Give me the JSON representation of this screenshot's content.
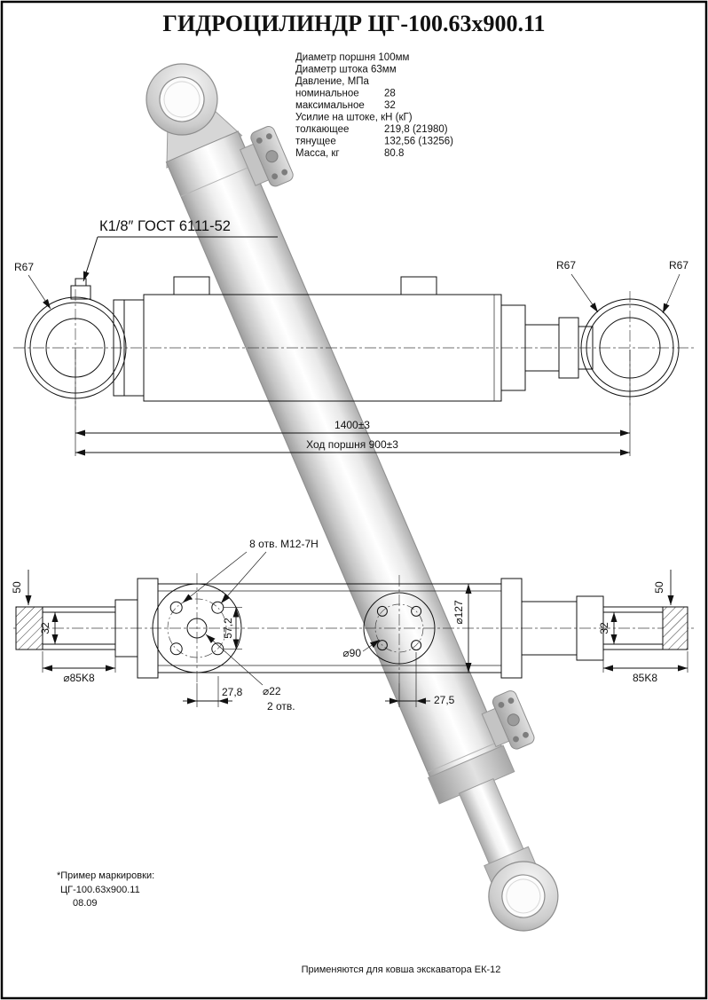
{
  "title": "ГИДРОЦИЛИНДР ЦГ-100.63х900.11",
  "palette": {
    "ink": "#111111",
    "paper": "#ffffff"
  },
  "specs": [
    {
      "label": "Диаметр поршня 100мм",
      "value": ""
    },
    {
      "label": "Диаметр штока 63мм",
      "value": ""
    },
    {
      "label": "Давление, МПа",
      "value": ""
    },
    {
      "label": "номинальное",
      "value": "28"
    },
    {
      "label": "максимальное",
      "value": "32"
    },
    {
      "label": "Усилие на штоке, кН (кГ)",
      "value": ""
    },
    {
      "label": "толкающее",
      "value": "219,8 (21980)"
    },
    {
      "label": "тянущее",
      "value": "132,56 (13256)"
    },
    {
      "label": "Масса, кг",
      "value": "80.8"
    }
  ],
  "side_view": {
    "thread_callout": "К1/8″ ГОСТ 6111-52",
    "radius_label": "R67",
    "dim_length": "1400±3",
    "dim_stroke": "Ход поршня 900±3"
  },
  "bottom_view": {
    "holes_callout": "8 отв. М12-7Н",
    "dim_bolt_spacing": "57,2",
    "dim_hole": "⌀22",
    "holes_count": "2 отв.",
    "dim_offset_left": "27,8",
    "dim_bolt_circle": "⌀90",
    "dim_offset_right": "27,5",
    "dim_barrel": "⌀127",
    "dim_thread_left": "⌀85K8",
    "dim_thread_right": "85K8",
    "dim_flat": "32",
    "dim_end": "50"
  },
  "footer": {
    "note": "*Пример маркировки:",
    "example": "ЦГ-100.63х900.11",
    "date": "08.09",
    "application": "Применяются для ковша экскаватора ЕК-12"
  }
}
